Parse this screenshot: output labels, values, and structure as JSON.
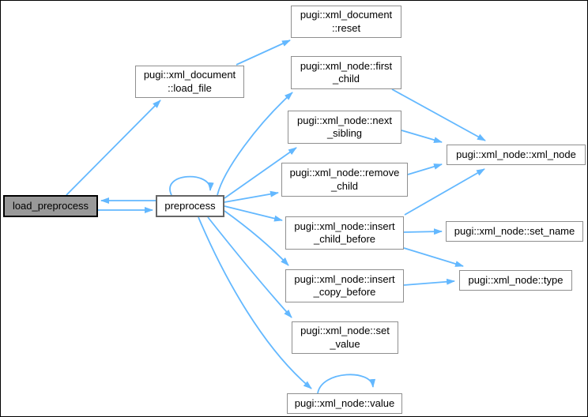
{
  "diagram": {
    "kind": "call-graph",
    "background_color": "#ffffff",
    "frame_color": "#000000",
    "edge_color": "#63b8ff",
    "node_fill": "#ffffff",
    "node_border_color": "#8f8f8f",
    "root_node_fill": "#999999",
    "root_node_border_color": "#000000"
  },
  "nodes": [
    {
      "id": "load_preprocess",
      "label": "load_preprocess"
    },
    {
      "id": "preprocess",
      "label": "preprocess"
    },
    {
      "id": "load_file",
      "label": "pugi::xml_document\n::load_file"
    },
    {
      "id": "reset",
      "label": "pugi::xml_document\n::reset"
    },
    {
      "id": "first_child",
      "label": "pugi::xml_node::first\n_child"
    },
    {
      "id": "next_sibling",
      "label": "pugi::xml_node::next\n_sibling"
    },
    {
      "id": "remove_child",
      "label": "pugi::xml_node::remove\n_child"
    },
    {
      "id": "xml_node",
      "label": "pugi::xml_node::xml_node"
    },
    {
      "id": "insert_child_before",
      "label": "pugi::xml_node::insert\n_child_before"
    },
    {
      "id": "set_name",
      "label": "pugi::xml_node::set_name"
    },
    {
      "id": "insert_copy_before",
      "label": "pugi::xml_node::insert\n_copy_before"
    },
    {
      "id": "type",
      "label": "pugi::xml_node::type"
    },
    {
      "id": "set_value",
      "label": "pugi::xml_node::set\n_value"
    },
    {
      "id": "value",
      "label": "pugi::xml_node::value"
    }
  ],
  "edges": [
    {
      "from": "load_preprocess",
      "to": "load_file"
    },
    {
      "from": "load_preprocess",
      "to": "preprocess"
    },
    {
      "from": "preprocess",
      "to": "load_preprocess"
    },
    {
      "from": "preprocess",
      "to": "preprocess"
    },
    {
      "from": "load_file",
      "to": "reset"
    },
    {
      "from": "preprocess",
      "to": "first_child"
    },
    {
      "from": "preprocess",
      "to": "next_sibling"
    },
    {
      "from": "preprocess",
      "to": "remove_child"
    },
    {
      "from": "preprocess",
      "to": "insert_child_before"
    },
    {
      "from": "preprocess",
      "to": "insert_copy_before"
    },
    {
      "from": "preprocess",
      "to": "set_value"
    },
    {
      "from": "preprocess",
      "to": "value"
    },
    {
      "from": "value",
      "to": "value"
    },
    {
      "from": "first_child",
      "to": "xml_node"
    },
    {
      "from": "next_sibling",
      "to": "xml_node"
    },
    {
      "from": "remove_child",
      "to": "xml_node"
    },
    {
      "from": "insert_child_before",
      "to": "xml_node"
    },
    {
      "from": "insert_child_before",
      "to": "set_name"
    },
    {
      "from": "insert_child_before",
      "to": "type"
    },
    {
      "from": "insert_copy_before",
      "to": "type"
    }
  ]
}
